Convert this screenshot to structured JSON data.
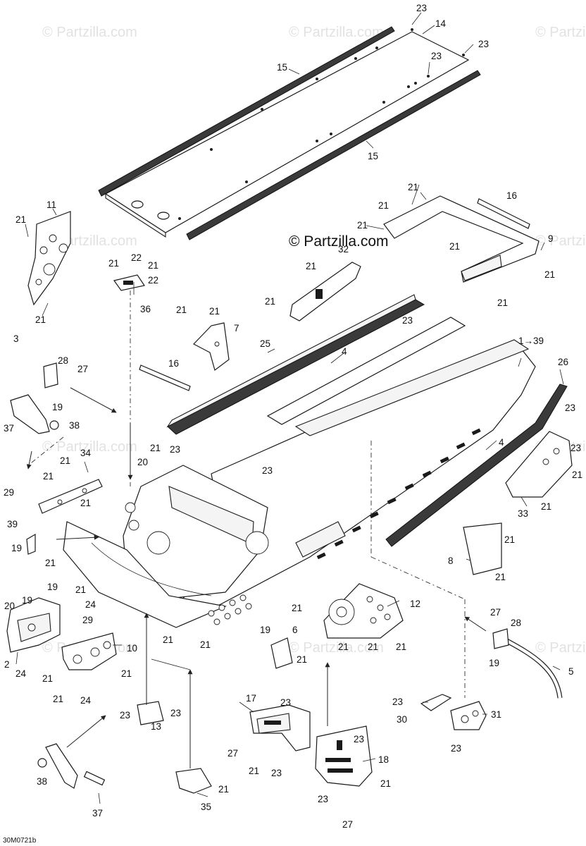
{
  "brand": "© Partzilla.com",
  "watermark": "© Partzilla.com",
  "drawing_code": "30M0721b",
  "callouts": {
    "c1": "23",
    "c2": "14",
    "c3": "23",
    "c4": "23",
    "c5": "15",
    "c6": "15",
    "c7": "11",
    "c8": "21",
    "c9": "21",
    "c10": "21",
    "c11": "22",
    "c12": "21",
    "c13": "22",
    "c14": "36",
    "c15": "21",
    "c16": "21",
    "c17": "7",
    "c18": "16",
    "c19": "21",
    "c20": "21",
    "c21": "21",
    "c22": "16",
    "c23": "9",
    "c24": "21",
    "c25": "21",
    "c26": "21",
    "c27": "32",
    "c28": "21",
    "c29": "21",
    "c30": "25",
    "c31": "23",
    "c32": "4",
    "c33": "1→39",
    "c34": "26",
    "c35": "23",
    "c36": "4",
    "c37": "3",
    "c38": "28",
    "c39": "27",
    "c40": "19",
    "c41": "37",
    "c42": "38",
    "c43": "34",
    "c44": "21",
    "c45": "21",
    "c46": "20",
    "c47": "29",
    "c48": "21",
    "c49": "23",
    "c50": "23",
    "c51": "39",
    "c52": "19",
    "c53": "21",
    "c54": "19",
    "c55": "21",
    "c56": "24",
    "c57": "20",
    "c58": "19",
    "c59": "29",
    "c60": "2",
    "c61": "24",
    "c62": "10",
    "c63": "21",
    "c64": "21",
    "c65": "24",
    "c66": "21",
    "c67": "21",
    "c68": "21",
    "c69": "19",
    "c70": "21",
    "c71": "6",
    "c72": "21",
    "c73": "12",
    "c74": "21",
    "c75": "21",
    "c76": "21",
    "c77": "21",
    "c78": "33",
    "c79": "21",
    "c80": "21",
    "c81": "23",
    "c82": "8",
    "c83": "21",
    "c84": "21",
    "c85": "27",
    "c86": "28",
    "c87": "19",
    "c88": "5",
    "c89": "23",
    "c90": "23",
    "c91": "13",
    "c92": "17",
    "c93": "23",
    "c94": "27",
    "c95": "21",
    "c96": "23",
    "c97": "23",
    "c98": "18",
    "c99": "21",
    "c100": "23",
    "c101": "27",
    "c102": "23",
    "c103": "30",
    "c104": "31",
    "c105": "23",
    "c106": "38",
    "c107": "37",
    "c108": "35",
    "c109": "21"
  }
}
